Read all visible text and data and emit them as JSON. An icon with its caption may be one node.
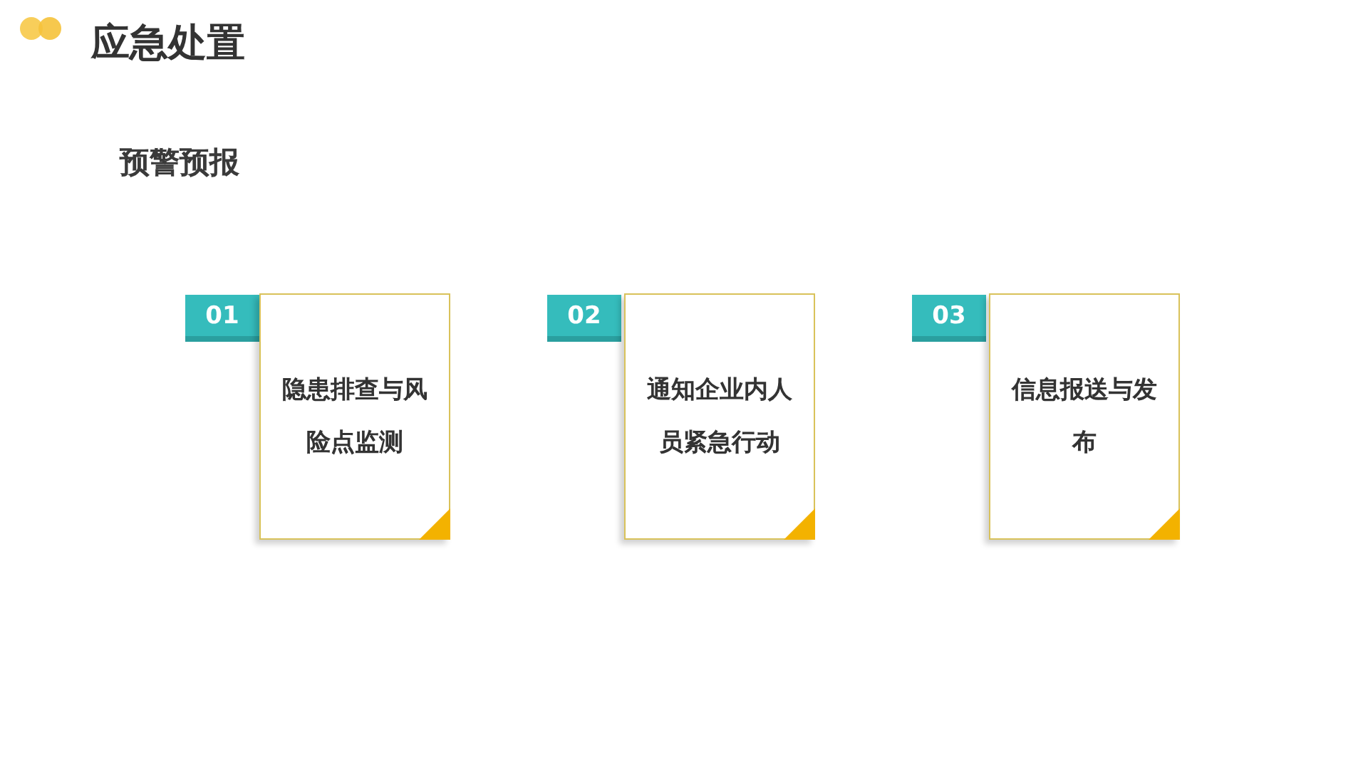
{
  "diagram": {
    "title": "应急处置",
    "nodes": [
      {
        "text": [
          "01"
        ]
      },
      {
        "text": [
          "隐患排查与风险点监测"
        ]
      },
      {
        "text": [
          "02"
        ]
      },
      {
        "text": [
          "通知企业内人员紧急行动"
        ]
      },
      {
        "text": [
          "03"
        ]
      },
      {
        "text": [
          "信息报送与发布"
        ]
      }
    ],
    "labels": [
      "预警预报"
    ]
  }
}
